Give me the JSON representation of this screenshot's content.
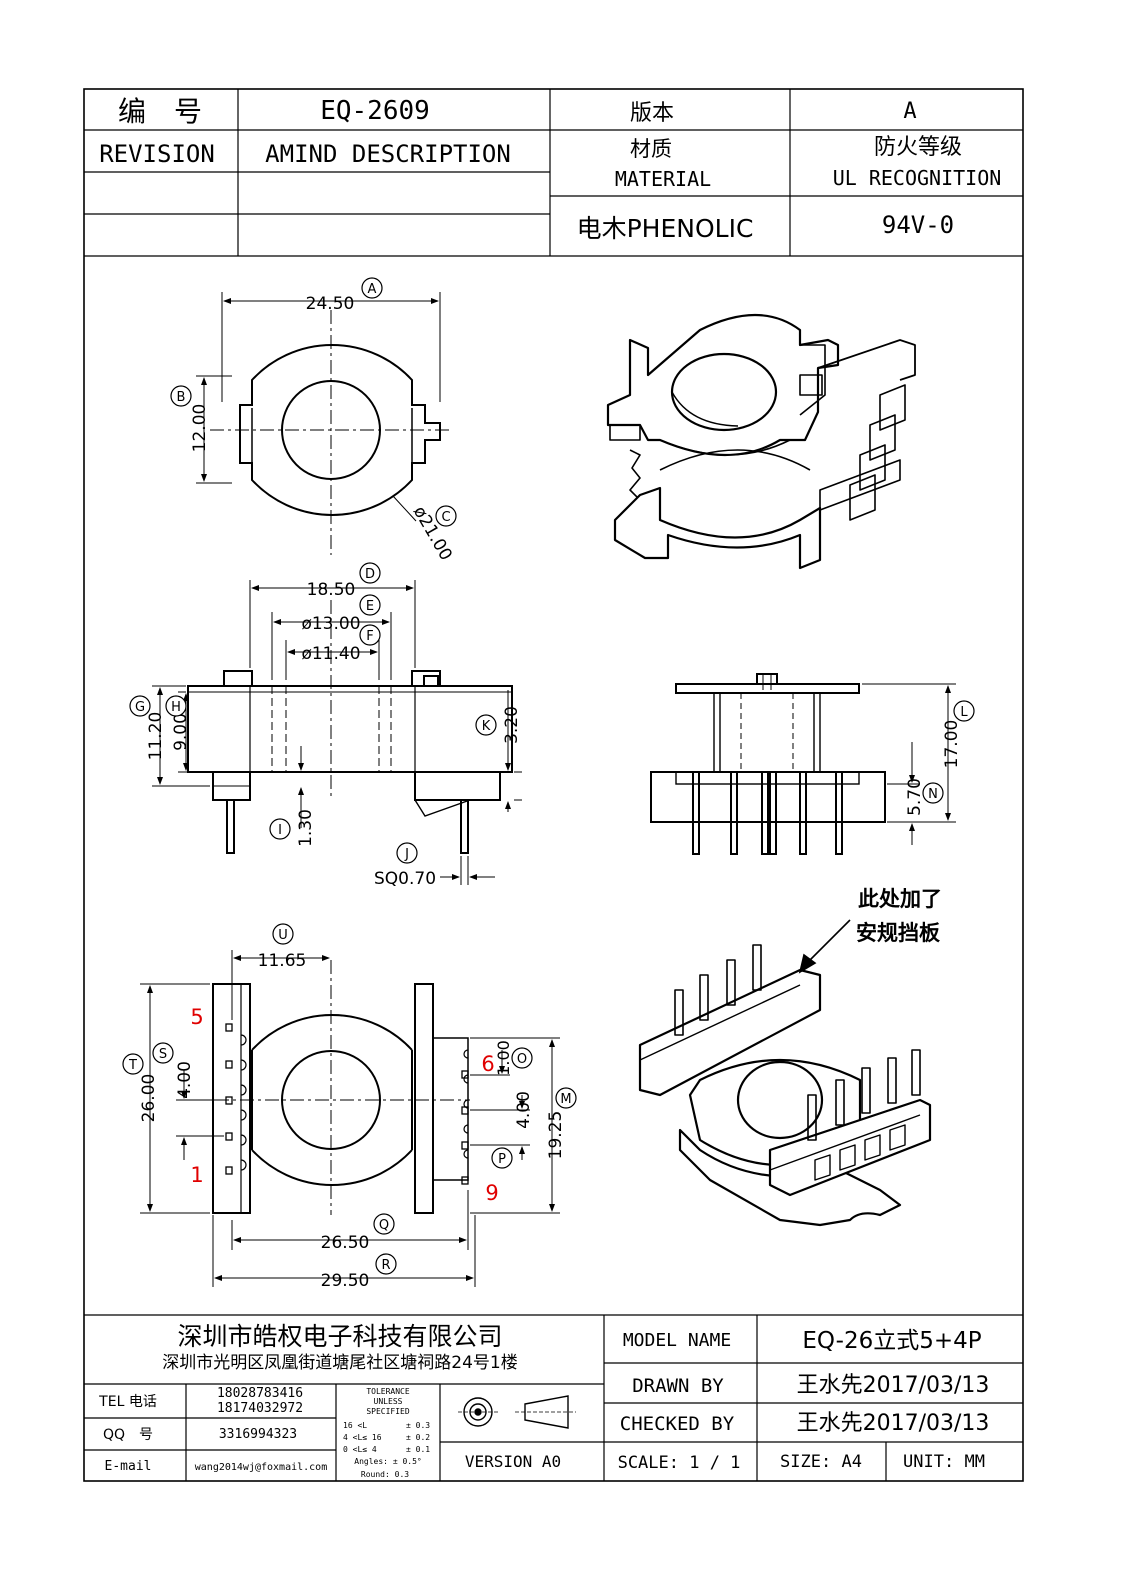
{
  "title_block": {
    "number_label": "编　号",
    "number_value": "EQ-2609",
    "version_label": "版本",
    "version_value": "A",
    "revision_label": "REVISION",
    "amind_label": "AMIND DESCRIPTION",
    "material_label_cn": "材质",
    "material_label_en": "MATERIAL",
    "material_value": "电木PHENOLIC",
    "fire_label_cn": "防火等级",
    "fire_label_en": "UL RECOGNITION",
    "fire_value": "94V-0"
  },
  "dimensions": {
    "A": "24.50",
    "B": "12.00",
    "C": "ø21.00",
    "D": "18.50",
    "E": "ø13.00",
    "F": "ø11.40",
    "G": "11.20",
    "H": "9.00",
    "I": "1.30",
    "J": "SQ0.70",
    "K": "3.20",
    "L": "17.00",
    "M": "19.25",
    "N": "5.70",
    "O": "1.00",
    "P": "4.00",
    "Q": "26.50",
    "R": "29.50",
    "S": "4.00",
    "T": "26.00",
    "U": "11.65"
  },
  "labels": {
    "A": "A",
    "B": "B",
    "C": "C",
    "D": "D",
    "E": "E",
    "F": "F",
    "G": "G",
    "H": "H",
    "I": "I",
    "J": "J",
    "K": "K",
    "L": "L",
    "M": "M",
    "N": "N",
    "O": "O",
    "P": "P",
    "Q": "Q",
    "R": "R",
    "S": "S",
    "T": "T",
    "U": "U"
  },
  "pins": {
    "p5": "5",
    "p1": "1",
    "p6": "6",
    "p9": "9"
  },
  "note_line1": "此处加了",
  "note_line2": "安规挡板",
  "footer": {
    "company": "深圳市皓权电子科技有限公司",
    "address": "深圳市光明区凤凰街道塘尾社区塘祠路24号1楼",
    "tel_label": "TEL 电话",
    "tel_1": "18028783416",
    "tel_2": "18174032972",
    "qq_label": "QQ　号",
    "qq_value": "3316994323",
    "email_label": "E-mail",
    "email_value": "wang2014wj@foxmail.com",
    "tol_title1": "TOLERANCE",
    "tol_title2": "UNLESS",
    "tol_title3": "SPECIFIED",
    "tol_r1a": "16 <L",
    "tol_r1b": "± 0.3",
    "tol_r2a": "4 <L≤ 16",
    "tol_r2b": "± 0.2",
    "tol_r3a": "0 <L≤ 4",
    "tol_r3b": "± 0.1",
    "tol_r4": "Angles: ± 0.5°",
    "tol_r5": "Round: 0.3",
    "version": "VERSION A0",
    "model_label": "MODEL NAME",
    "model_value": "EQ-26立式5+4P",
    "drawn_label": "DRAWN BY",
    "drawn_value": "王水先2017/03/13",
    "checked_label": "CHECKED BY",
    "checked_value": "王水先2017/03/13",
    "scale": "SCALE: 1 / 1",
    "size": "SIZE: A4",
    "unit": "UNIT: MM"
  }
}
